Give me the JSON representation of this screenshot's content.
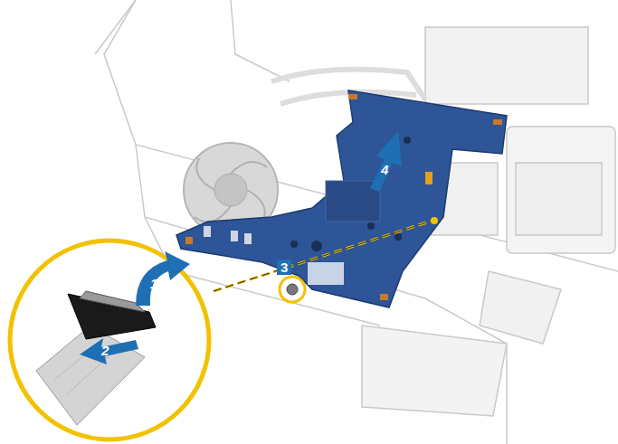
{
  "diagram": {
    "labels": [
      "3",
      "4",
      "1",
      "2"
    ]
  }
}
